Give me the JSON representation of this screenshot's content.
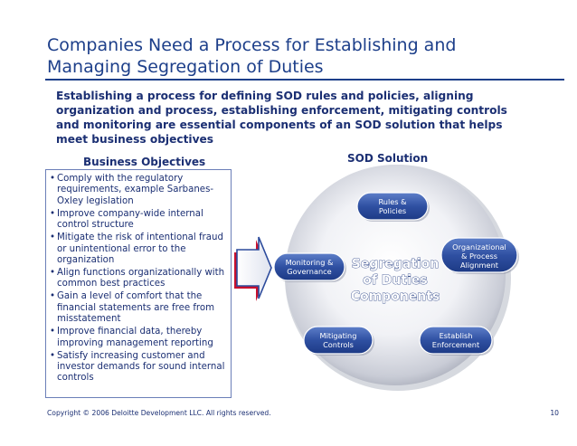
{
  "title_line1": "Companies Need a Process for Establishing and",
  "title_line2": "Managing Segregation of Duties",
  "intro": "Establishing a process for defining SOD rules and policies, aligning organization and process, establishing enforcement, mitigating controls and monitoring are essential components of an SOD solution that helps meet business objectives",
  "objectives": {
    "heading": "Business Objectives",
    "items": [
      "Comply with the regulatory requirements, example Sarbanes-Oxley legislation",
      "Improve company-wide internal control structure",
      "Mitigate the risk of intentional fraud or unintentional error to the organization",
      "Align functions organizationally with common best practices",
      "Gain a level of comfort that the financial statements are free from misstatement",
      "Improve financial data, thereby improving management reporting",
      "Satisfy increasing customer and investor demands for sound internal controls"
    ]
  },
  "sod": {
    "heading": "SOD Solution",
    "center_line1": "Segregation",
    "center_line2": "of Duties",
    "center_line3": "Components",
    "components": {
      "rules_l1": "Rules &",
      "rules_l2": "Policies",
      "org_l1": "Organizational",
      "org_l2": "& Process",
      "org_l3": "Alignment",
      "monitoring_l1": "Monitoring &",
      "monitoring_l2": "Governance",
      "mitigating_l1": "Mitigating",
      "mitigating_l2": "Controls",
      "enforcement_l1": "Establish",
      "enforcement_l2": "Enforcement"
    }
  },
  "colors": {
    "title": "#1d3f8a",
    "text": "#1b2f73",
    "pill": "#2b4a9c",
    "arrow_red": "#c8102e"
  },
  "footer": {
    "copyright": "Copyright © 2006 Deloitte Development LLC. All rights reserved.",
    "page_number": "10"
  }
}
